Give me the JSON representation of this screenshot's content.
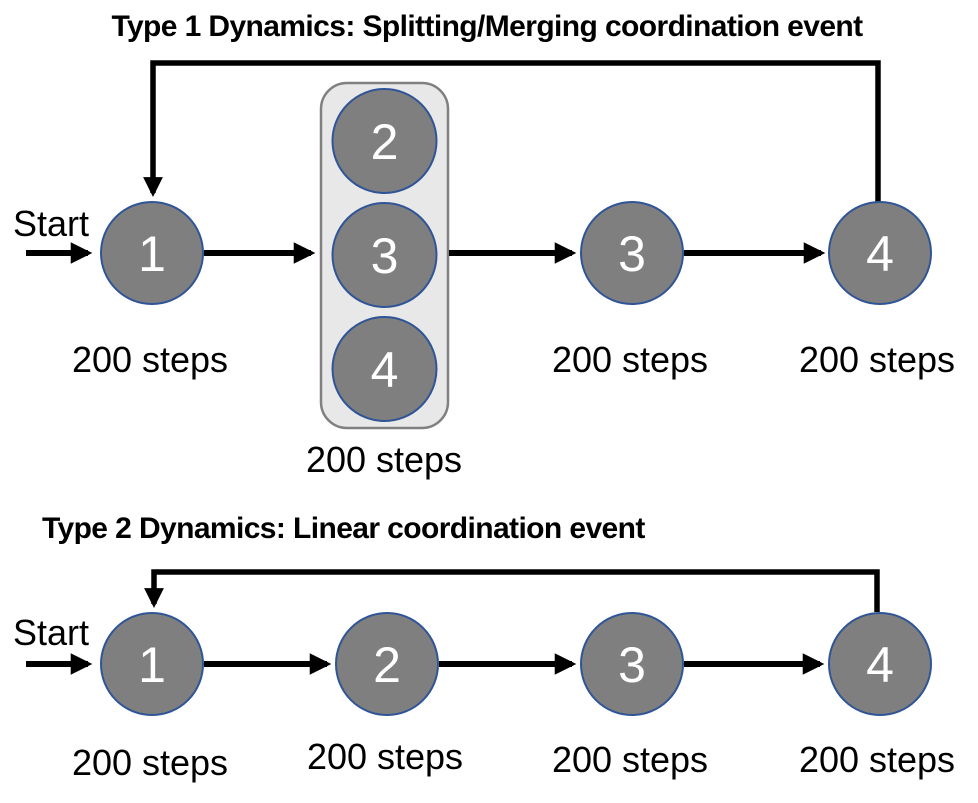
{
  "colors": {
    "node_fill": "#7F7F7F",
    "node_border": "#2F5597",
    "group_fill": "#E9E8E8",
    "group_border": "#808080",
    "arrow": "#000000",
    "text": "#000000",
    "node_text": "#FFFFFF"
  },
  "type1": {
    "title": "Type 1 Dynamics: Splitting/Merging coordination event",
    "start_label": "Start",
    "node1": {
      "label": "1",
      "steps": "200 steps"
    },
    "group": {
      "nodes": [
        {
          "label": "2"
        },
        {
          "label": "3"
        },
        {
          "label": "4"
        }
      ],
      "steps": "200 steps"
    },
    "node3": {
      "label": "3",
      "steps": "200 steps"
    },
    "node4": {
      "label": "4",
      "steps": "200 steps"
    }
  },
  "type2": {
    "title": "Type 2 Dynamics: Linear coordination event",
    "start_label": "Start",
    "nodes": [
      {
        "label": "1",
        "steps": "200 steps"
      },
      {
        "label": "2",
        "steps": "200 steps"
      },
      {
        "label": "3",
        "steps": "200 steps"
      },
      {
        "label": "4",
        "steps": "200 steps"
      }
    ]
  }
}
